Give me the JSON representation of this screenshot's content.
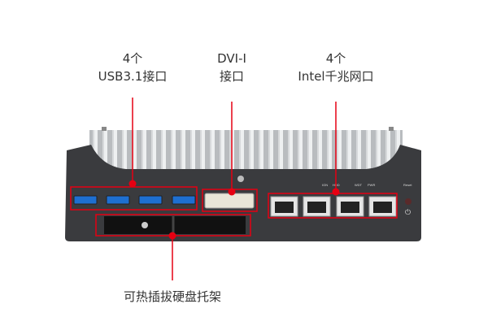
{
  "callouts": {
    "usb": {
      "line1": "4个",
      "line2": "USB3.1接口"
    },
    "dvi": {
      "line1": "DVI-I",
      "line2": "接口"
    },
    "lan": {
      "line1": "4个",
      "line2": "Intel千兆网口"
    },
    "bay": {
      "line1": "可热插拔硬盘托架"
    }
  },
  "device_labels": {
    "ign": "IGN",
    "hdd": "HDD",
    "wdt": "WDT",
    "pwr": "PWR",
    "reset": "Reset"
  },
  "colors": {
    "accent": "#e60012",
    "chassis": "#3a3b3e",
    "heatsink": "#c9cbcd",
    "text": "#333333"
  }
}
